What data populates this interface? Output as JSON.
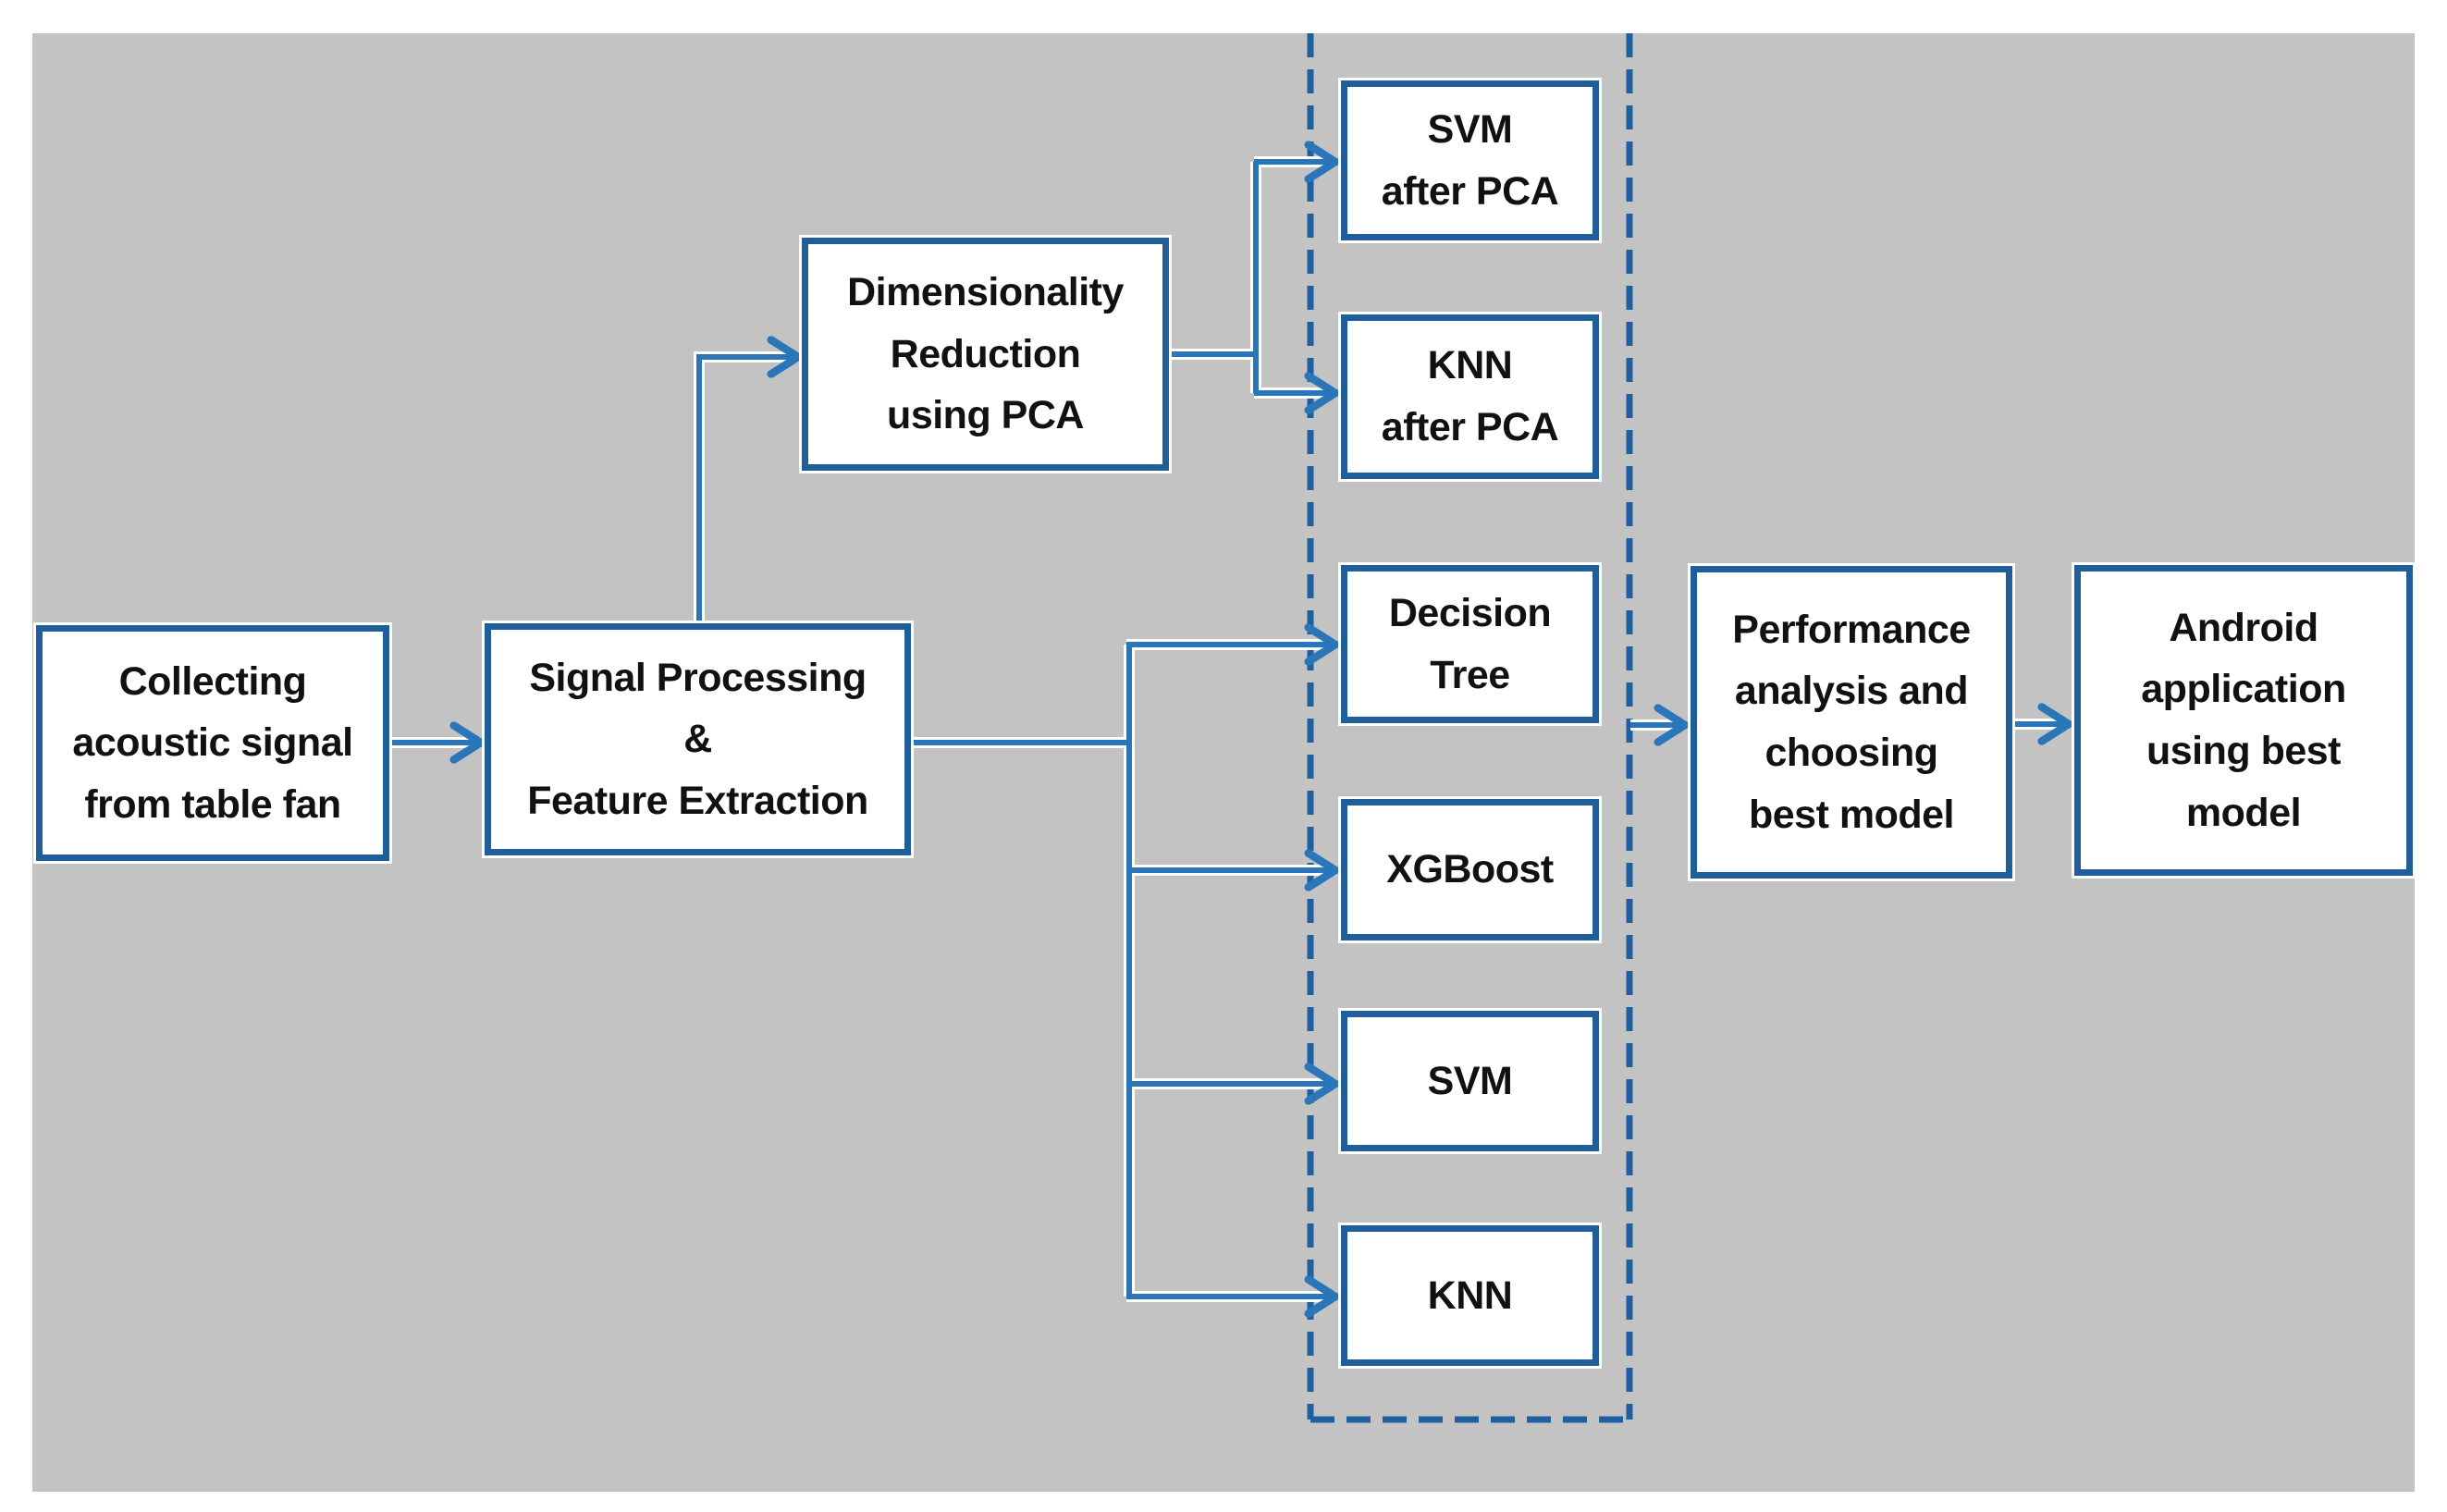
{
  "figure": {
    "type": "flowchart",
    "description": "Machine learning pipeline flowchart for acoustic fault detection of a table fan",
    "colors": {
      "page_background": "#ffffff",
      "canvas_background": "#c3c3c3",
      "box_fill": "#ffffff",
      "box_border": "#205e9a",
      "connector": "#2b76b9",
      "dashed_group_border": "#1f5fa0",
      "text": "#111111"
    },
    "nodes": {
      "collect": "Collecting\nacoustic signal\nfrom table fan",
      "signal": "Signal Processing\n&\nFeature Extraction",
      "pca": "Dimensionality\nReduction\nusing PCA",
      "svm_pca": "SVM\nafter PCA",
      "knn_pca": "KNN\nafter PCA",
      "dtree": "Decision\nTree",
      "xgboost": "XGBoost",
      "svm": "SVM",
      "knn": "KNN",
      "perf": "Performance\nanalysis and\nchoosing\nbest model",
      "android": "Android\napplication\nusing best\nmodel"
    },
    "edges": [
      {
        "from": "collect",
        "to": "signal"
      },
      {
        "from": "signal",
        "to": "pca"
      },
      {
        "from": "pca",
        "to": "svm_pca"
      },
      {
        "from": "pca",
        "to": "knn_pca"
      },
      {
        "from": "signal",
        "to": "dtree"
      },
      {
        "from": "signal",
        "to": "xgboost"
      },
      {
        "from": "signal",
        "to": "svm"
      },
      {
        "from": "signal",
        "to": "knn"
      },
      {
        "from": "models-dashed-group",
        "to": "perf"
      },
      {
        "from": "perf",
        "to": "android"
      }
    ],
    "groups": [
      {
        "name": "models-dashed-group",
        "style": "dashed",
        "members": [
          "svm_pca",
          "knn_pca",
          "dtree",
          "xgboost",
          "svm",
          "knn"
        ]
      }
    ]
  }
}
